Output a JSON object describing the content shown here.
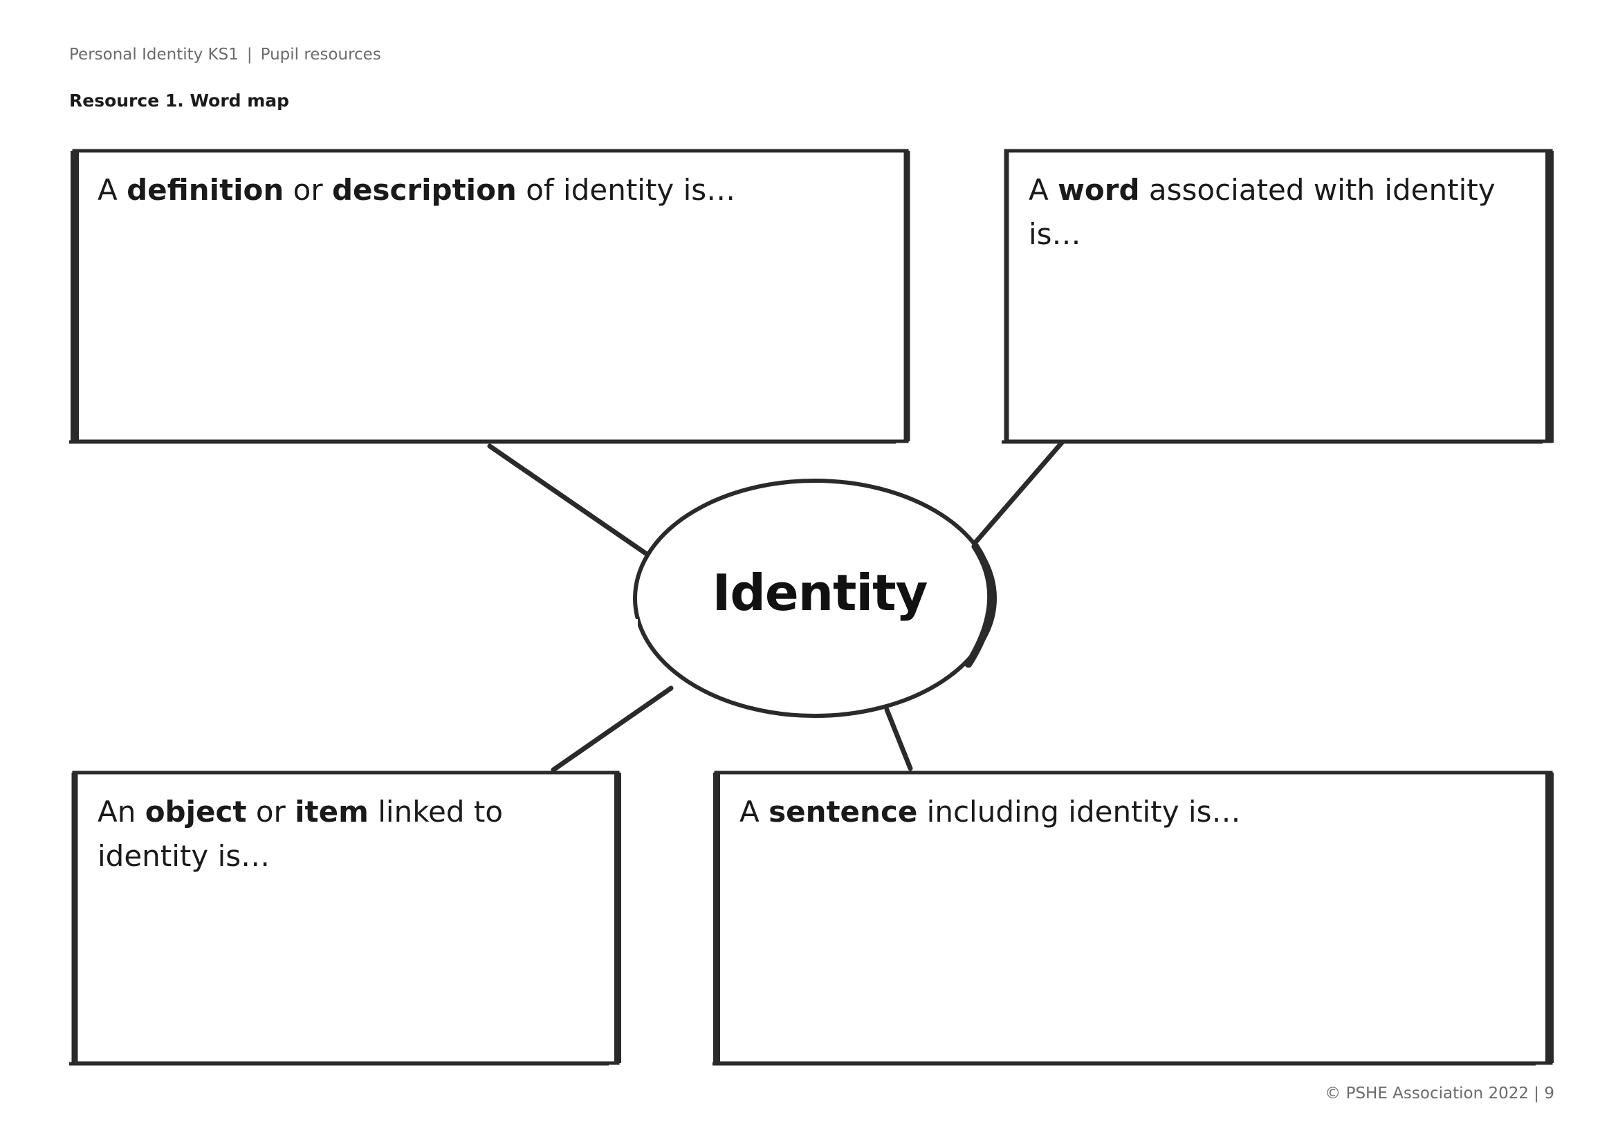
{
  "header": {
    "course": "Personal Identity KS1",
    "separator": "|",
    "section": "Pupil resources"
  },
  "resource_title": "Resource 1. Word map",
  "center_node": "Identity",
  "boxes": {
    "top_left": {
      "t1": "A ",
      "b1": "definition",
      "t2": " or ",
      "b2": "description",
      "t3": " of identity is…"
    },
    "top_right": {
      "t1": "A ",
      "b1": "word",
      "t2": " associated with identity is…"
    },
    "bottom_left": {
      "t1": "An ",
      "b1": "object",
      "t2": " or ",
      "b2": "item",
      "t3": " linked to",
      "line2": "identity is…"
    },
    "bottom_right": {
      "t1": "A ",
      "b1": "sentence",
      "t2": " including identity is…"
    }
  },
  "footer": "© PSHE Association 2022 | 9",
  "colors": {
    "stroke": "#2a2a2a",
    "text": "#1a1a1a",
    "muted": "#6b6b6b"
  }
}
